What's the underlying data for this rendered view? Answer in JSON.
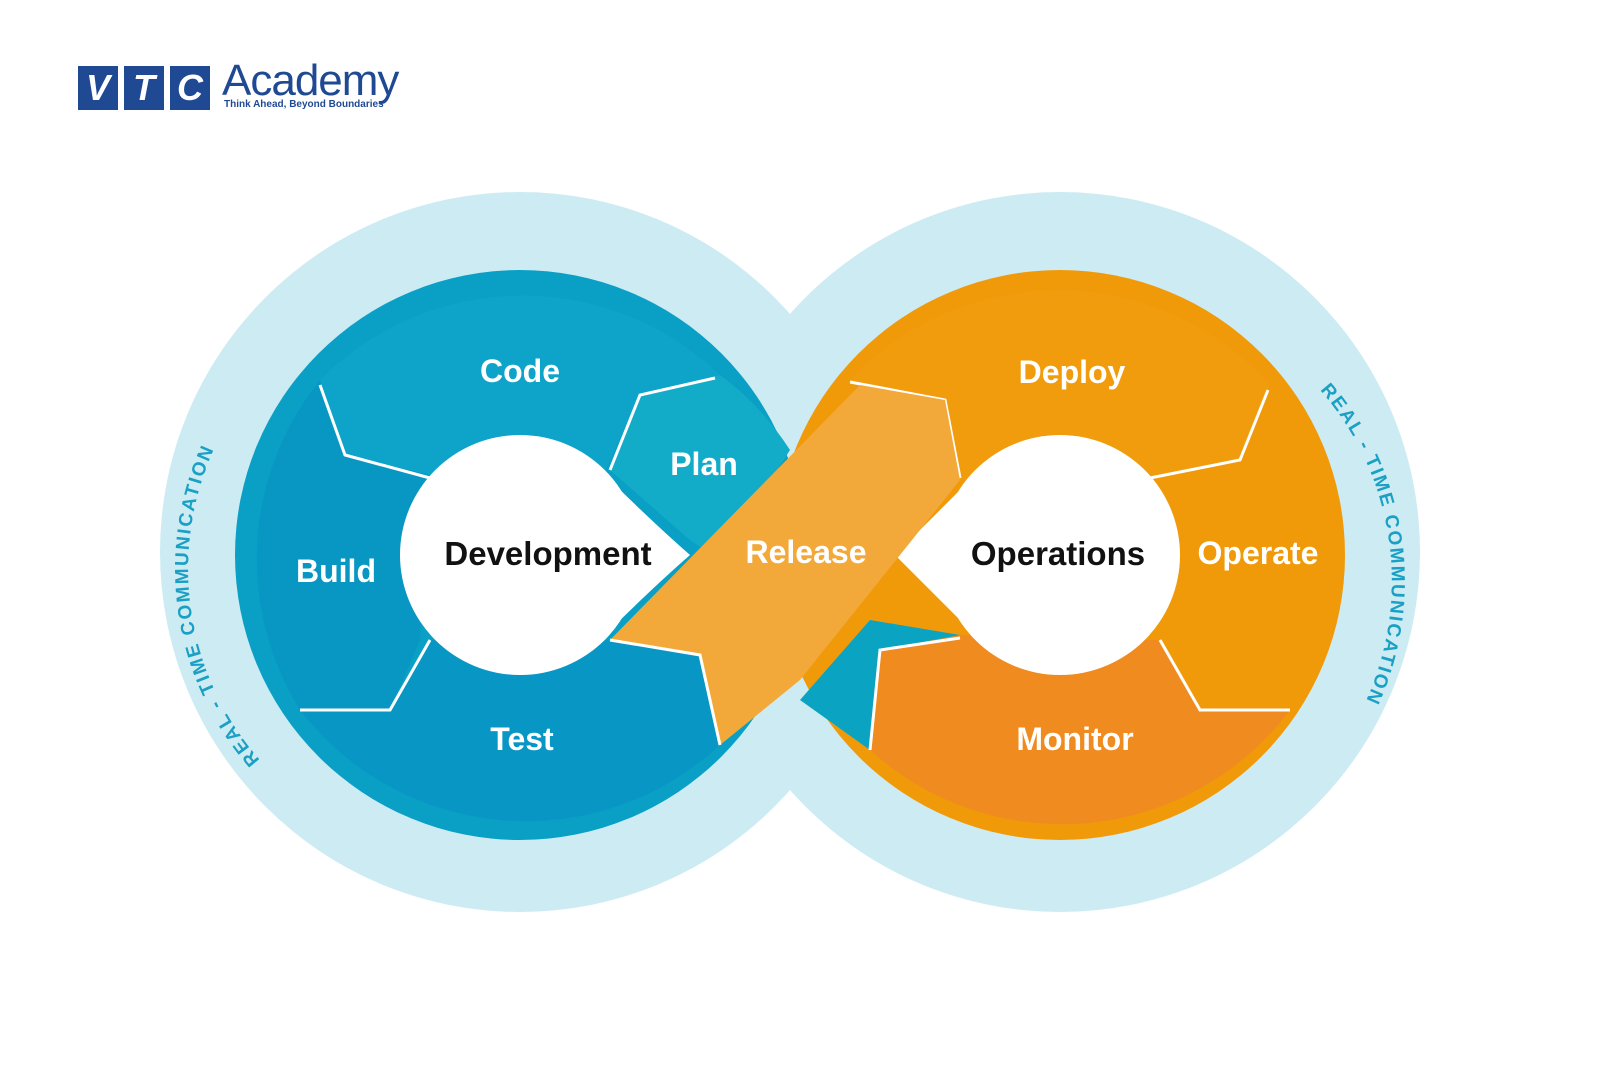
{
  "logo": {
    "letters": [
      "V",
      "T",
      "C"
    ],
    "word": "Academy",
    "tagline": "Think Ahead, Beyond Boundaries"
  },
  "diagram": {
    "left_hub": "Development",
    "right_hub": "Operations",
    "segments": {
      "code": "Code",
      "plan": "Plan",
      "build": "Build",
      "test": "Test",
      "release": "Release",
      "deploy": "Deploy",
      "operate": "Operate",
      "monitor": "Monitor"
    },
    "ring_text_left": "REAL - TIME COMMUNICATION",
    "ring_text_right": "REAL - TIME COMMUNICATION"
  },
  "colors": {
    "brand_blue": "#1f4a93",
    "ring_light_blue": "#cdebf3",
    "dev_blue": "#0aa0c6",
    "ops_orange": "#f09a0a",
    "release_orange": "#f2a93a"
  }
}
